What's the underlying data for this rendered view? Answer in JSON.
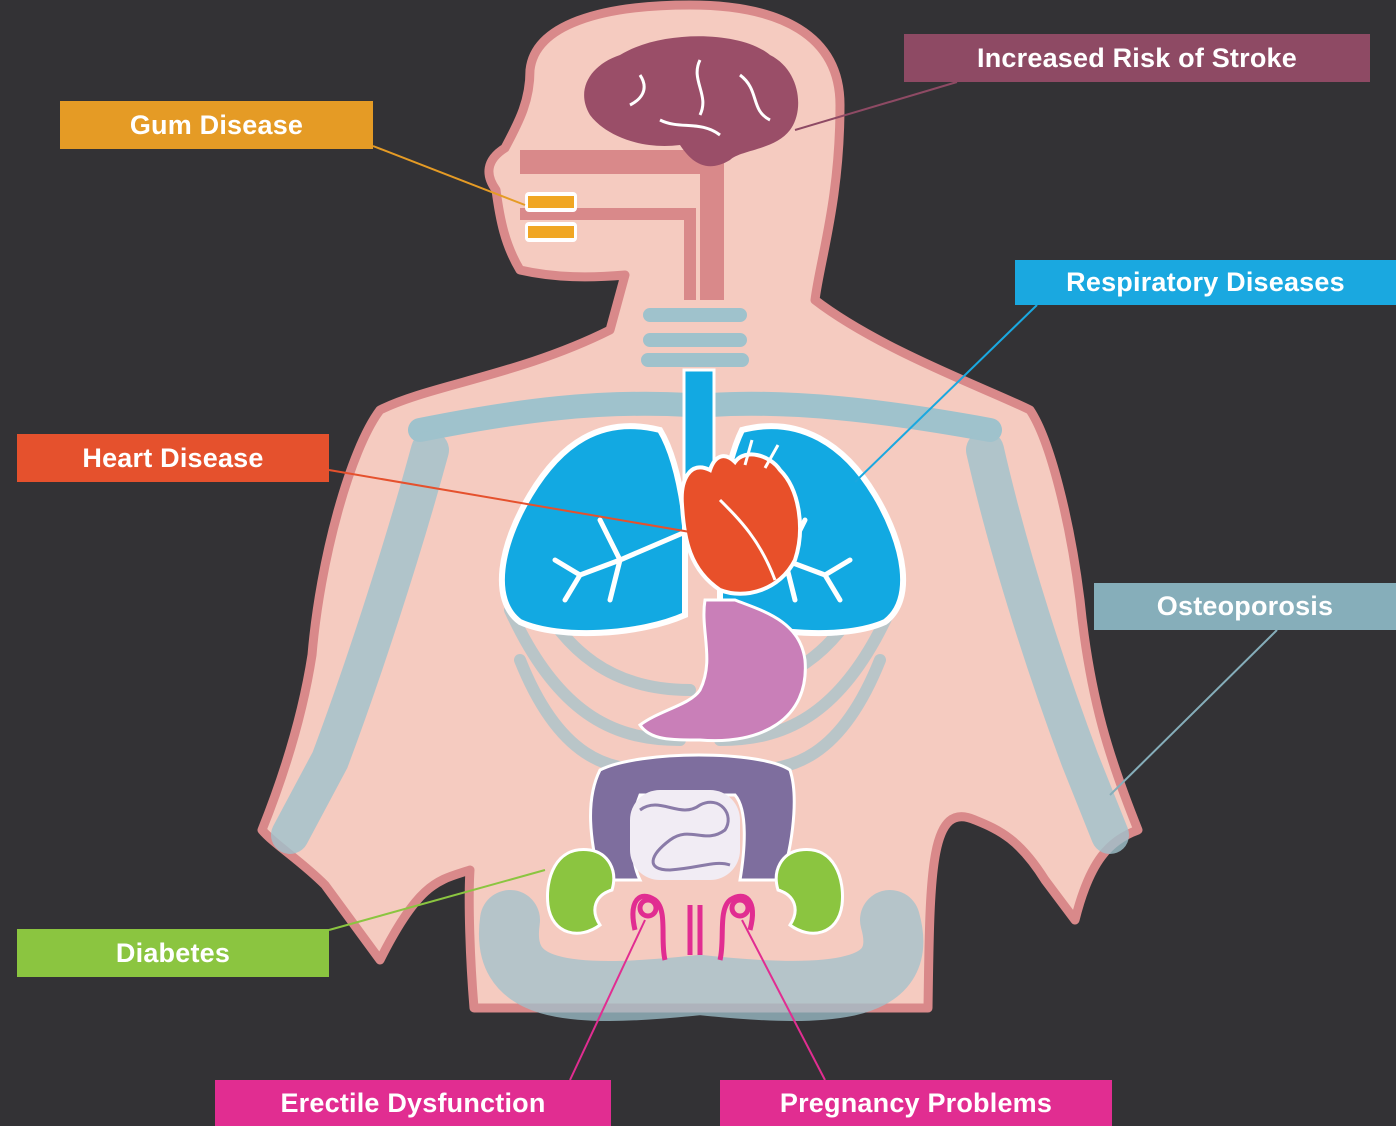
{
  "labels": {
    "stroke": {
      "text": "Increased Risk of Stroke",
      "color": "#8e4a64"
    },
    "gum": {
      "text": "Gum Disease",
      "color": "#e59b25"
    },
    "respiratory": {
      "text": "Respiratory Diseases",
      "color": "#1aa8e0"
    },
    "heart": {
      "text": "Heart Disease",
      "color": "#e5512d"
    },
    "osteoporosis": {
      "text": "Osteoporosis",
      "color": "#86aeba"
    },
    "diabetes": {
      "text": "Diabetes",
      "color": "#8bc540"
    },
    "erectile": {
      "text": "Erectile Dysfunction",
      "color": "#e12d91"
    },
    "pregnancy": {
      "text": "Pregnancy Problems",
      "color": "#e12d91"
    }
  },
  "colors": {
    "background": "#333235",
    "body_fill": "#f5cbc0",
    "body_outline": "#d9898a",
    "skeleton": "#9fc2cc",
    "brain": "#9a4e68",
    "lungs": "#12a9e2",
    "heart": "#e8502a",
    "stomach": "#c97fb8",
    "colon": "#7e6e9e",
    "intestine": "#f1ecf4",
    "kidneys": "#8bc540",
    "teeth": "#f0a623",
    "reproductive": "#e12d91"
  }
}
